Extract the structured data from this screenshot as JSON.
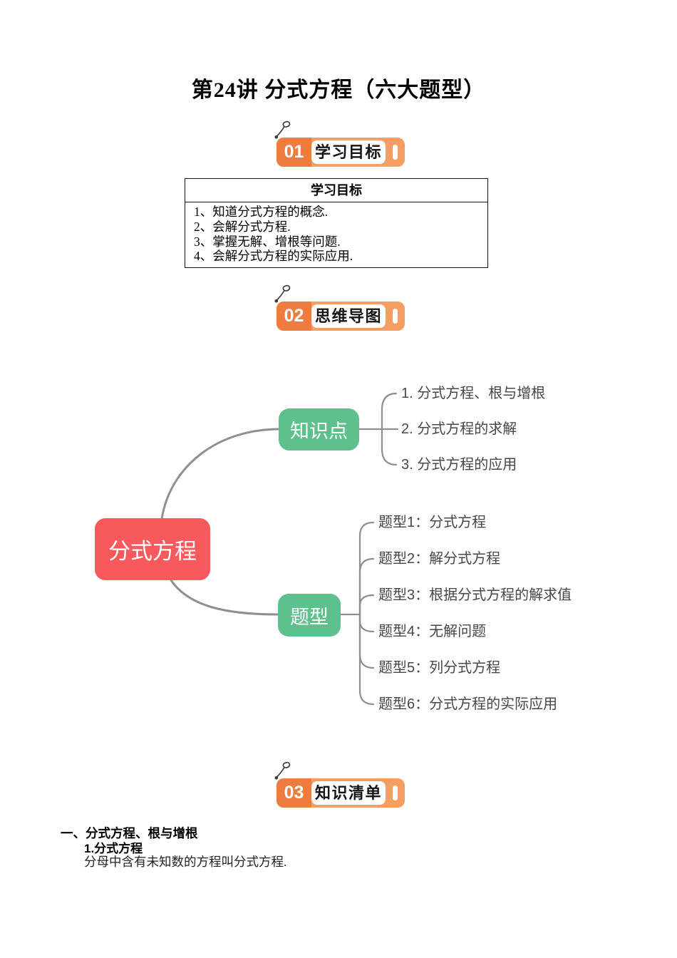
{
  "title": "第24讲 分式方程（六大题型）",
  "badges": [
    {
      "num": "01",
      "label": "学习目标"
    },
    {
      "num": "02",
      "label": "思维导图"
    },
    {
      "num": "03",
      "label": "知识清单"
    }
  ],
  "objectives": {
    "header": "学习目标",
    "items": [
      "1、知道分式方程的概念.",
      "2、会解分式方程.",
      "3、掌握无解、增根等问题.",
      "4、会解分式方程的实际应用."
    ]
  },
  "mindmap": {
    "root_label": "分式方程",
    "knowledge_node": "知识点",
    "question_node": "题型",
    "knowledge_children": [
      "1. 分式方程、根与增根",
      "2. 分式方程的求解",
      "3. 分式方程的应用"
    ],
    "question_children": [
      "题型1：分式方程",
      "题型2：解分式方程",
      "题型3：根据分式方程的解求值",
      "题型4：无解问题",
      "题型5：列分式方程",
      "题型6：分式方程的实际应用"
    ],
    "line_color": "#8F8F8F",
    "text_color": "#474747",
    "root_color": "#F8595C",
    "node_color": "#5EC08D"
  },
  "knowledge_section": {
    "heading": "一、分式方程、根与增根",
    "subheading": "1.分式方程",
    "body": "分母中含有未知数的方程叫分式方程."
  },
  "colors": {
    "badge_orange_dark": "#EE7C3E",
    "badge_orange_light": "#F49E63"
  }
}
